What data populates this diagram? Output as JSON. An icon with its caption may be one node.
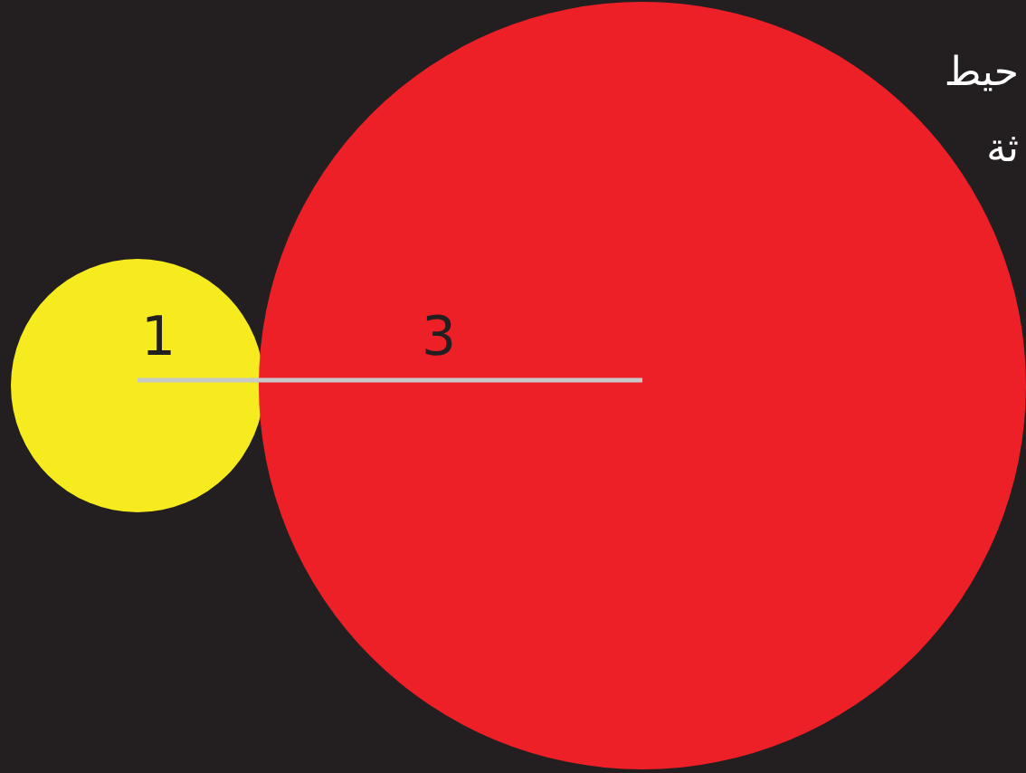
{
  "diagram": {
    "nodes": [
      {
        "text": [
          "1"
        ]
      },
      {
        "text": [
          "3"
        ]
      }
    ],
    "labels": [
      "حيط",
      "ثة"
    ]
  }
}
